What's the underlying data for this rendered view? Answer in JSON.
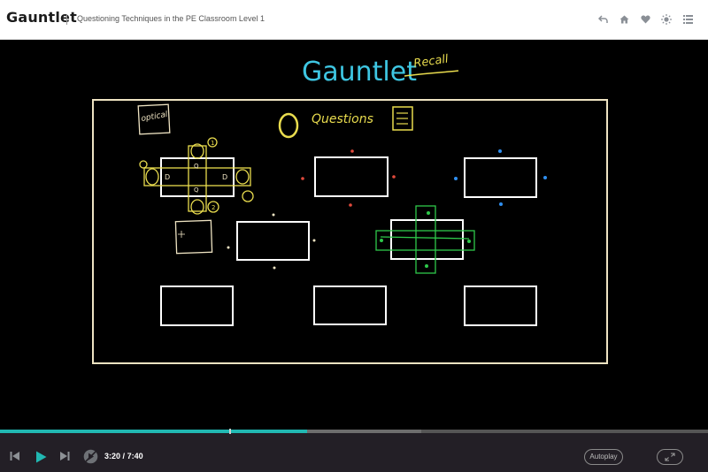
{
  "header": {
    "logo": "Gauntlet",
    "course_title": "Questioning Techniques in the PE Classroom Level 1",
    "icons": [
      "back-icon",
      "home-icon",
      "heart-icon",
      "brightness-icon",
      "list-icon"
    ]
  },
  "board": {
    "title": "Gauntlet",
    "subtitle": "Recall",
    "label_optical": "optical",
    "label_zero": "0",
    "label_questions": "Questions",
    "mark_1": "1",
    "mark_2": "2",
    "mark_d": "D",
    "mark_q": "Q",
    "colors": {
      "title": "#3ec6e2",
      "yellow": "#e9dc4e",
      "white": "#ffffff",
      "red": "#e24a3c",
      "blue": "#2f8ff0",
      "green": "#2ec84a",
      "cream": "#eee3c2"
    }
  },
  "player": {
    "progress_played": 0.434,
    "progress_buffered": 0.595,
    "current_time": "3:20",
    "separator": "/",
    "duration": "7:40",
    "autoplay_label": "Autoplay",
    "accent": "#21b8b2"
  }
}
